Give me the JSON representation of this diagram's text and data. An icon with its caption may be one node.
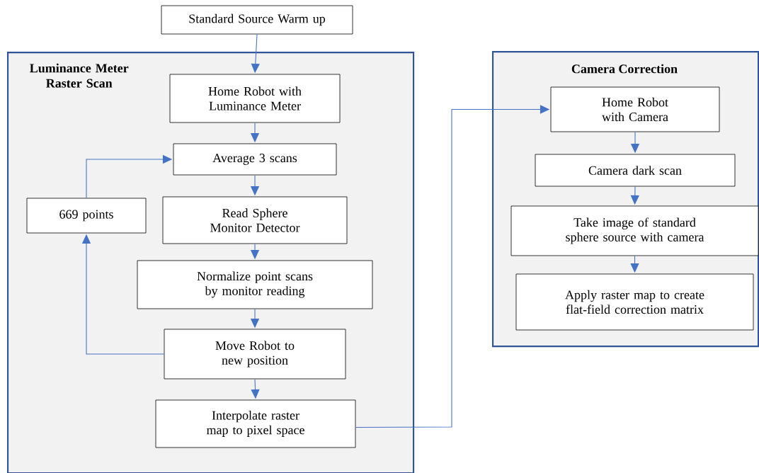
{
  "diagram": {
    "nodes": [
      {
        "text": [
          "Standard Source Warm up"
        ]
      },
      {
        "text": [
          "Luminance Meter Raster Scan"
        ]
      },
      {
        "text": [
          "Home Robot with Luminance Meter"
        ],
        "in": 1
      },
      {
        "text": [
          "Average 3 scans"
        ],
        "in": 1
      },
      {
        "text": [
          "669 points"
        ],
        "in": 1
      },
      {
        "text": [
          "Read Sphere Monitor Detector"
        ],
        "in": 1
      },
      {
        "text": [
          "Normalize point scans by monitor reading"
        ],
        "in": 1
      },
      {
        "text": [
          "Move Robot to new position"
        ],
        "in": 1
      },
      {
        "text": [
          "Interpolate raster map to pixel space"
        ],
        "in": 1
      },
      {
        "text": [
          "Camera Correction"
        ]
      },
      {
        "text": [
          "Home Robot with Camera"
        ],
        "in": 9
      },
      {
        "text": [
          "Camera dark scan"
        ],
        "in": 9
      },
      {
        "text": [
          "Take image of standard sphere source with camera"
        ],
        "in": 9
      },
      {
        "text": [
          "Apply raster map to create flat-field correction matrix"
        ],
        "in": 9
      }
    ],
    "edges": [
      {
        "from": 0,
        "to": 2,
        "arrow": "to"
      },
      {
        "from": 2,
        "to": 3,
        "arrow": "to"
      },
      {
        "from": 3,
        "to": 5,
        "arrow": "to"
      },
      {
        "from": 5,
        "to": 6,
        "arrow": "to"
      },
      {
        "from": 6,
        "to": 7,
        "arrow": "to"
      },
      {
        "from": 7,
        "to": 8,
        "arrow": "to"
      },
      {
        "from": 7,
        "to": 4,
        "arrow": "to"
      },
      {
        "from": 4,
        "to": 3,
        "arrow": "to"
      },
      {
        "from": 8,
        "to": 10,
        "arrow": "to"
      },
      {
        "from": 10,
        "to": 11,
        "arrow": "to"
      },
      {
        "from": 11,
        "to": 12,
        "arrow": "to"
      },
      {
        "from": 12,
        "to": 13,
        "arrow": "to"
      }
    ]
  }
}
